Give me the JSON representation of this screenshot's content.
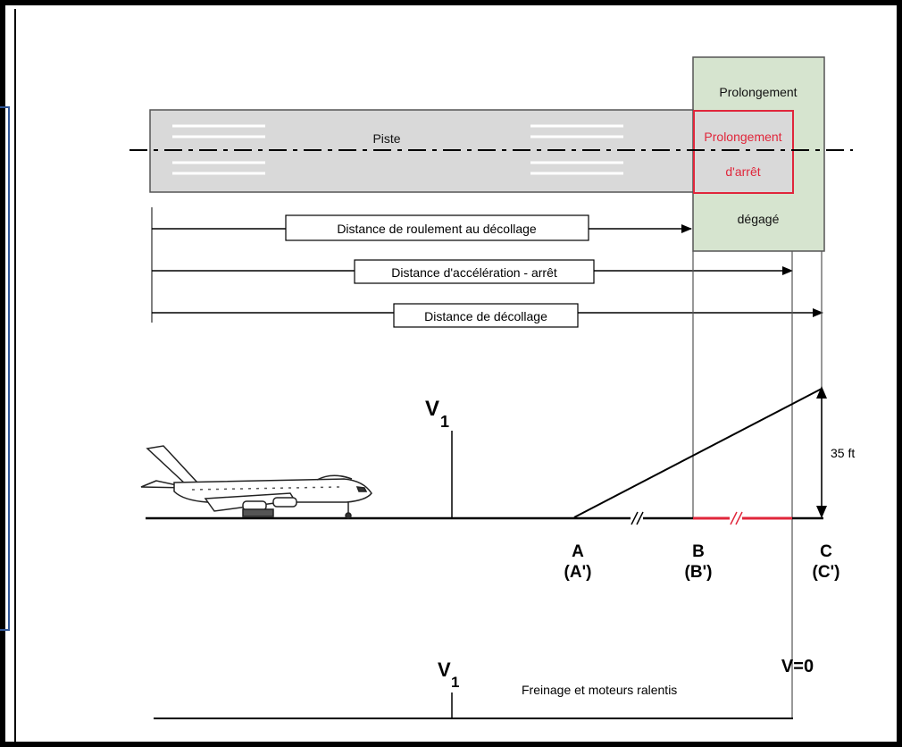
{
  "runway": {
    "label": "Piste"
  },
  "clearway": {
    "label_top": "Prolongement",
    "label_bottom": "dégagé"
  },
  "stopway": {
    "label_line1": "Prolongement",
    "label_line2": "d'arrêt"
  },
  "distances": {
    "takeoff_run": "Distance de roulement au décollage",
    "accelerate_stop": "Distance d'accélération - arrêt",
    "takeoff_distance": "Distance de décollage"
  },
  "speeds": {
    "v1_main": "V",
    "v1_main_sub": "1",
    "v1_bottom": "V",
    "v1_bottom_sub": "1",
    "v_zero": "V=0"
  },
  "height": {
    "label": "35 ft"
  },
  "points": {
    "a": "A",
    "a_prime": "(A')",
    "b": "B",
    "b_prime": "(B')",
    "c": "C",
    "c_prime": "(C')"
  },
  "braking": {
    "label": "Freinage et moteurs ralentis"
  },
  "colors": {
    "frame": "#000000",
    "runway_fill": "#d9d9d9",
    "clearway_fill": "#d6e4cf",
    "stopway_red": "#e0263b",
    "side_blue": "#2f5597"
  }
}
